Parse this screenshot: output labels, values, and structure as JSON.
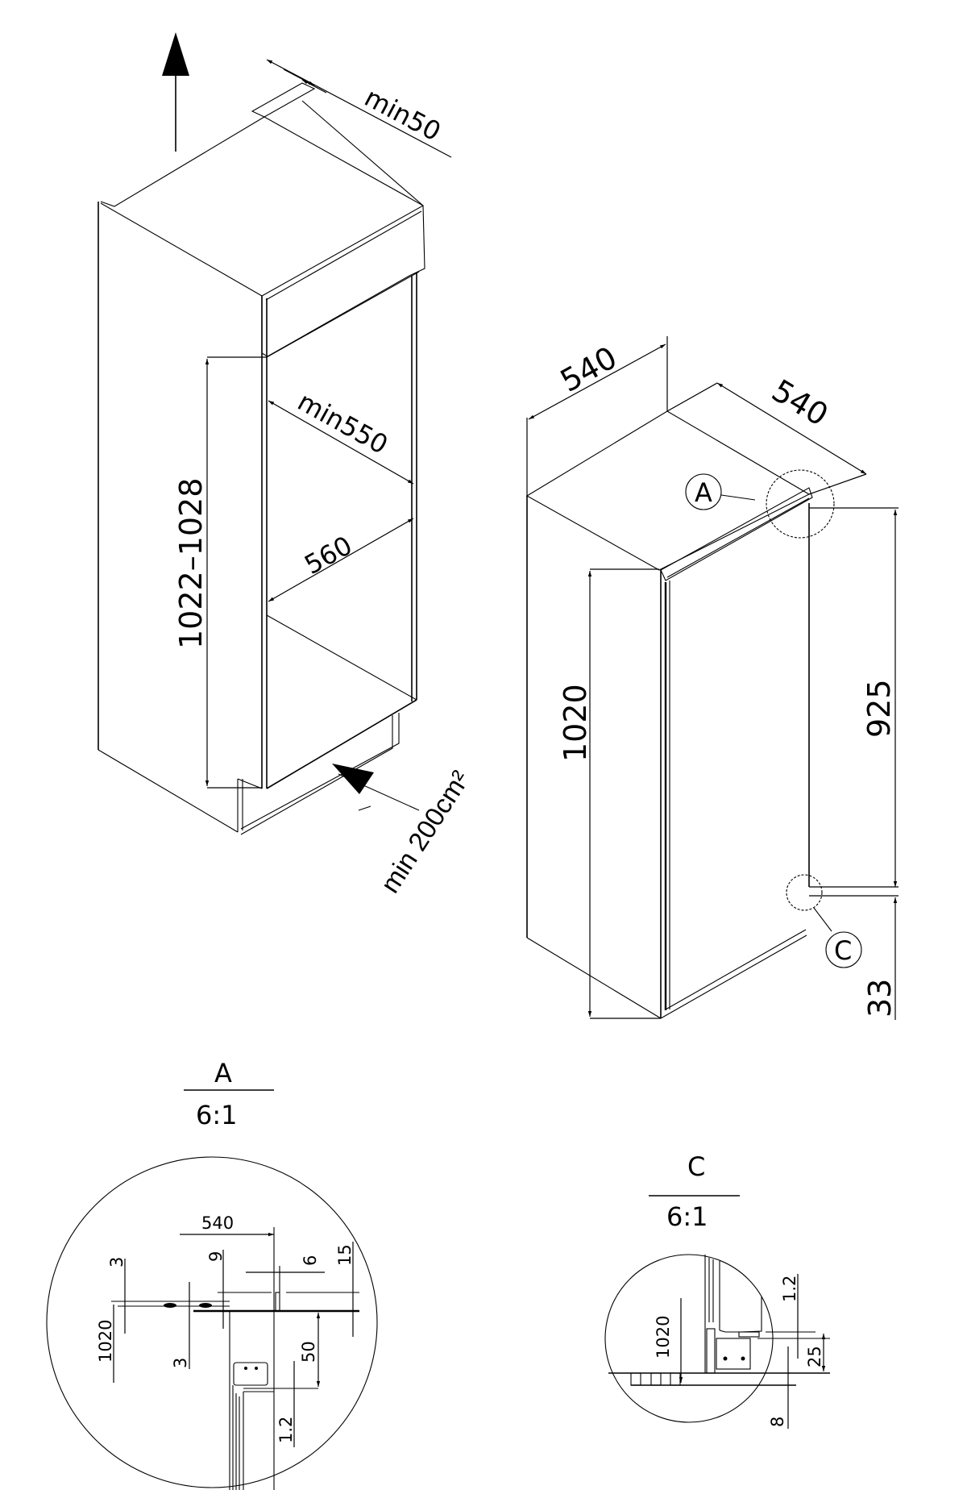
{
  "drawing": {
    "type": "built-in appliance installation diagram",
    "units": "mm",
    "line_color": "#000000",
    "background": "#ffffff"
  },
  "cabinet_view": {
    "ventilation_out_arrow": "up-arrow-icon",
    "top_clearance_label": "min50",
    "niche_depth_label": "min550",
    "niche_width_label": "560",
    "niche_height_label": "1022–1028",
    "ventilation_in_label": "min 200cm²"
  },
  "appliance_view": {
    "width_label": "540",
    "depth_label": "540",
    "height_label": "1020",
    "hinge_height_label": "925",
    "bottom_offset_label": "33",
    "callout_a": "A",
    "callout_c": "C"
  },
  "detail_a": {
    "title": "A",
    "scale": "6:1",
    "dimensions": {
      "width": "540",
      "height": "1020",
      "gap_top": "3",
      "gap_mid": "3",
      "offset_9": "9",
      "offset_6": "6",
      "offset_15": "15",
      "offset_50": "50",
      "thickness": "1.2"
    }
  },
  "detail_c": {
    "title": "C",
    "scale": "6:1",
    "dimensions": {
      "height": "1020",
      "thickness": "1.2",
      "offset_25": "25",
      "offset_8": "8"
    }
  }
}
